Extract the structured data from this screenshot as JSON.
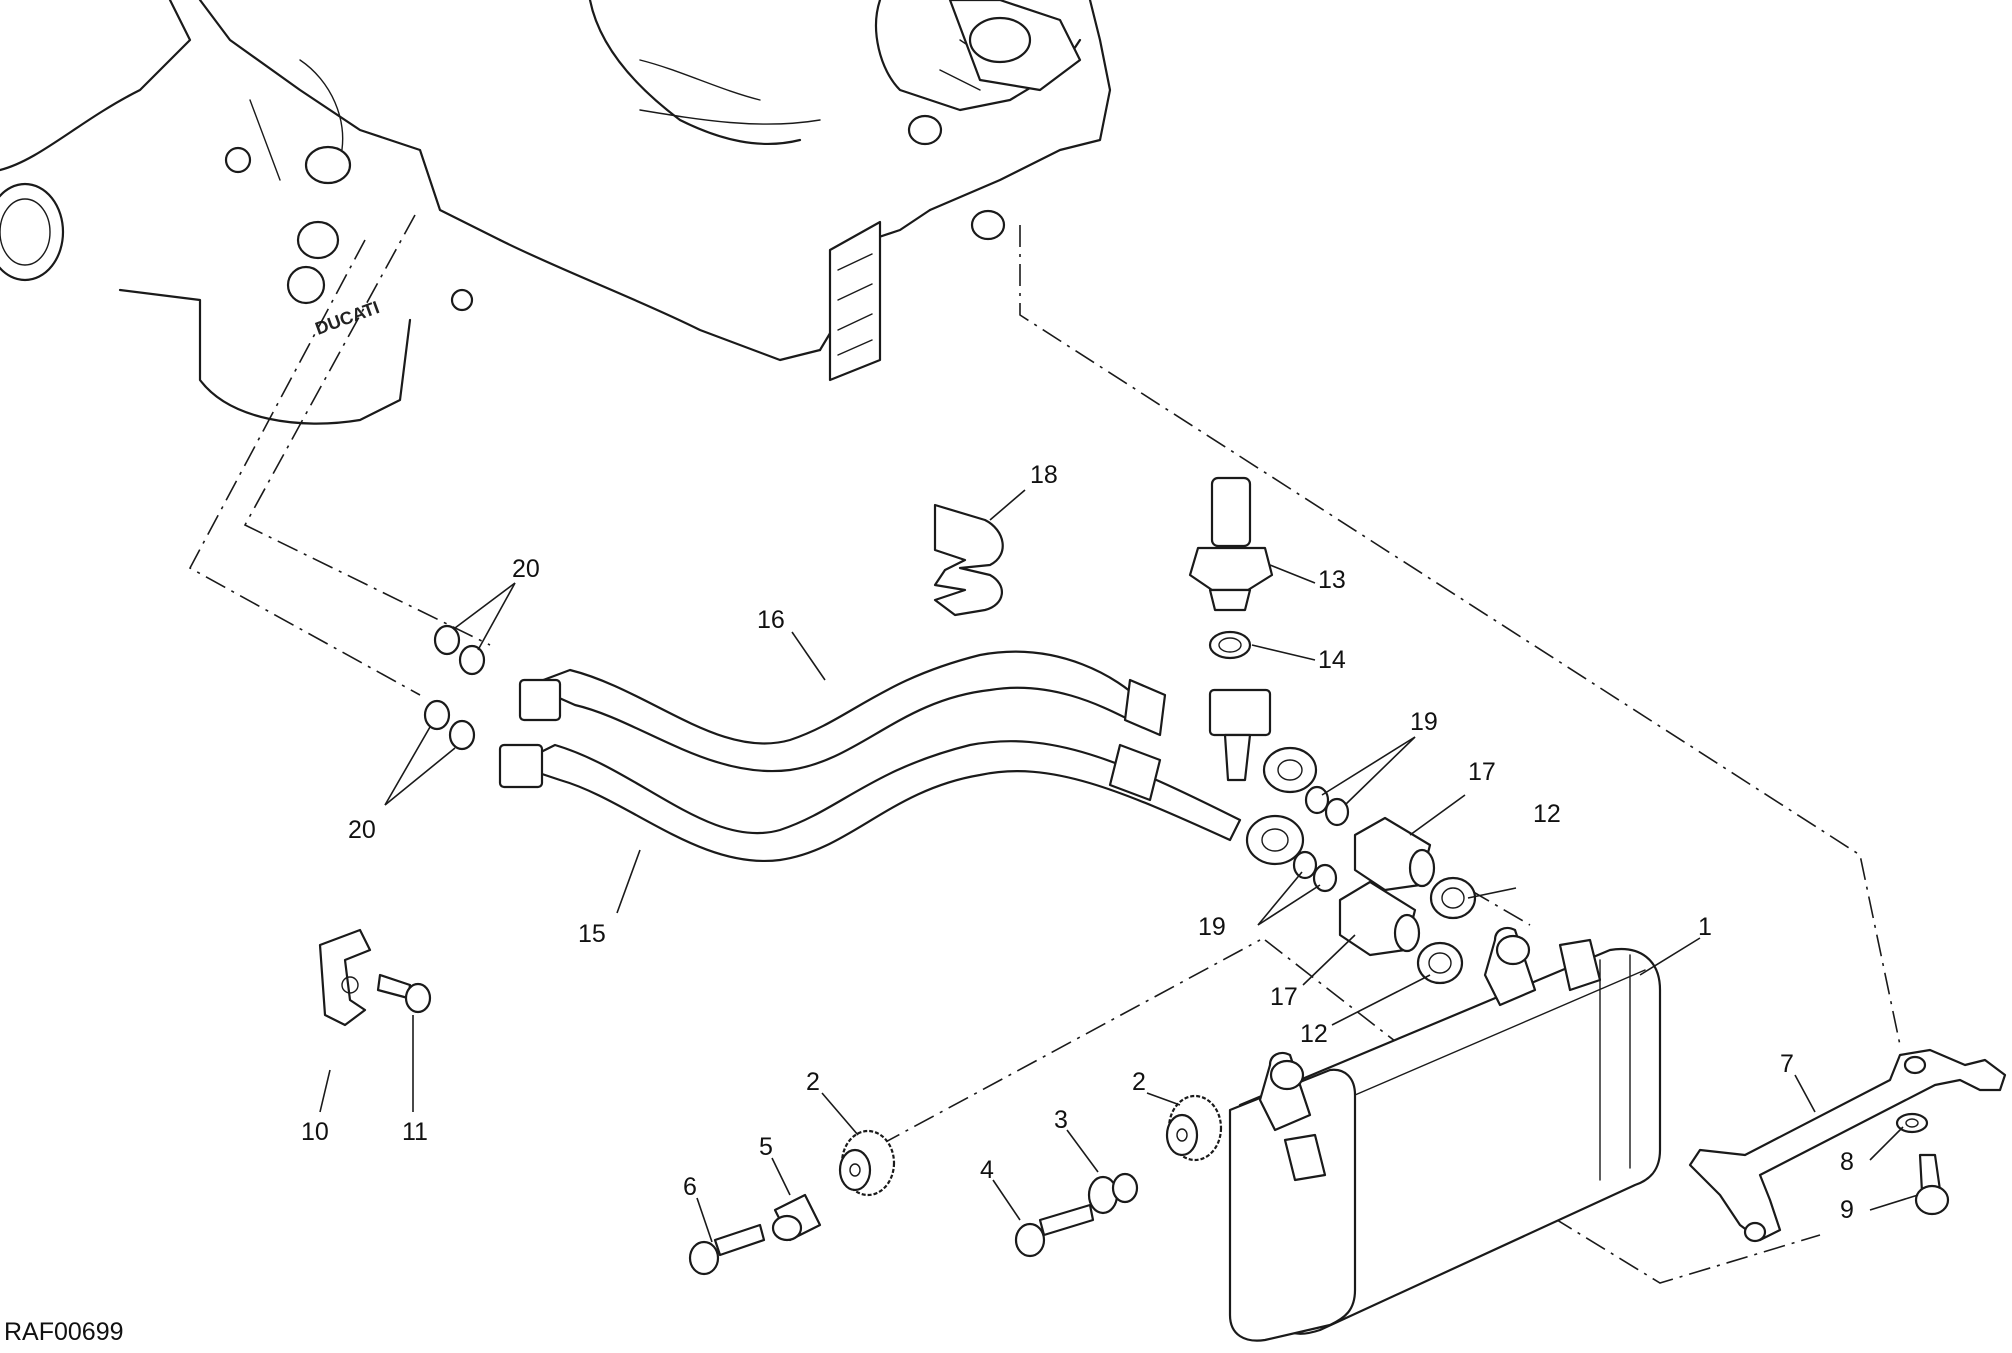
{
  "drawing_code": "RAF00699",
  "engine_logo_text": "DUCATI",
  "callouts": {
    "c1": "1",
    "c2a": "2",
    "c2b": "2",
    "c3": "3",
    "c4": "4",
    "c5": "5",
    "c6": "6",
    "c7": "7",
    "c8": "8",
    "c9": "9",
    "c10": "10",
    "c11": "11",
    "c12a": "12",
    "c12b": "12",
    "c13": "13",
    "c14": "14",
    "c15": "15",
    "c16": "16",
    "c17a": "17",
    "c17b": "17",
    "c18": "18",
    "c19a": "19",
    "c19b": "19",
    "c20a": "20",
    "c20b": "20"
  }
}
